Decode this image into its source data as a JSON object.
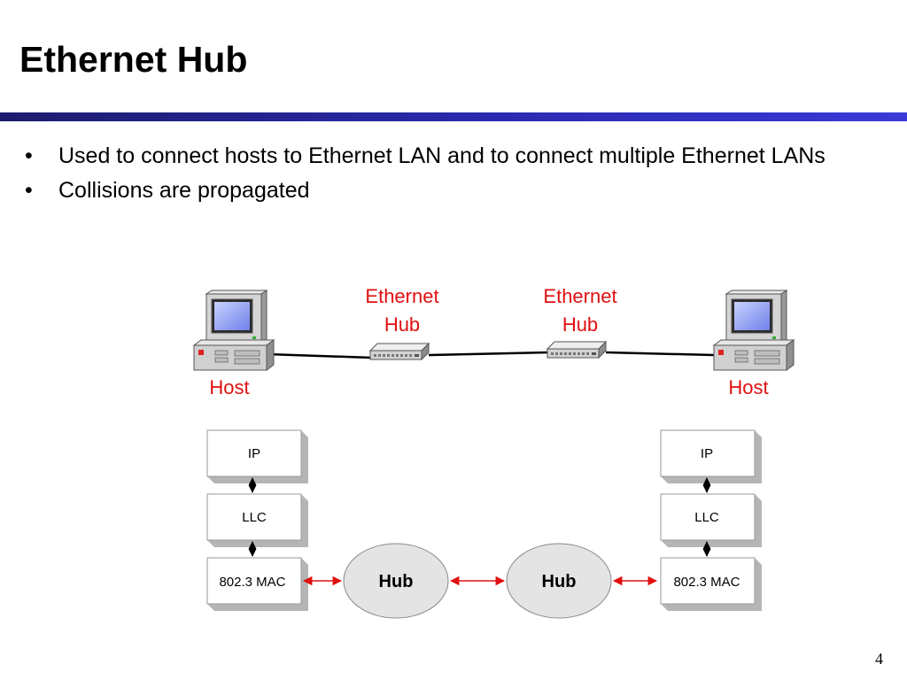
{
  "slide": {
    "title": "Ethernet Hub",
    "bullets": [
      "Used to connect hosts to Ethernet LAN and to connect multiple Ethernet LANs",
      "Collisions are propagated"
    ],
    "page_number": "4"
  },
  "colors": {
    "rule_dark": "#1c1c6e",
    "rule_light": "#3a3ad8",
    "label_red": "#e01010",
    "arrow_red": "#e01010",
    "hub_fill": "#e4e4e4"
  },
  "diagram": {
    "top": {
      "hosts": [
        "Host",
        "Host"
      ],
      "hubs": [
        {
          "line1": "Ethernet",
          "line2": "Hub"
        },
        {
          "line1": "Ethernet",
          "line2": "Hub"
        }
      ]
    },
    "stacks": [
      {
        "layers": [
          "IP",
          "LLC",
          "802.3 MAC"
        ]
      },
      {
        "layers": [
          "IP",
          "LLC",
          "802.3 MAC"
        ]
      }
    ],
    "hub_nodes": [
      "Hub",
      "Hub"
    ],
    "icons": {
      "host": "desktop-computer-icon",
      "hub": "ethernet-hub-device-icon"
    }
  }
}
